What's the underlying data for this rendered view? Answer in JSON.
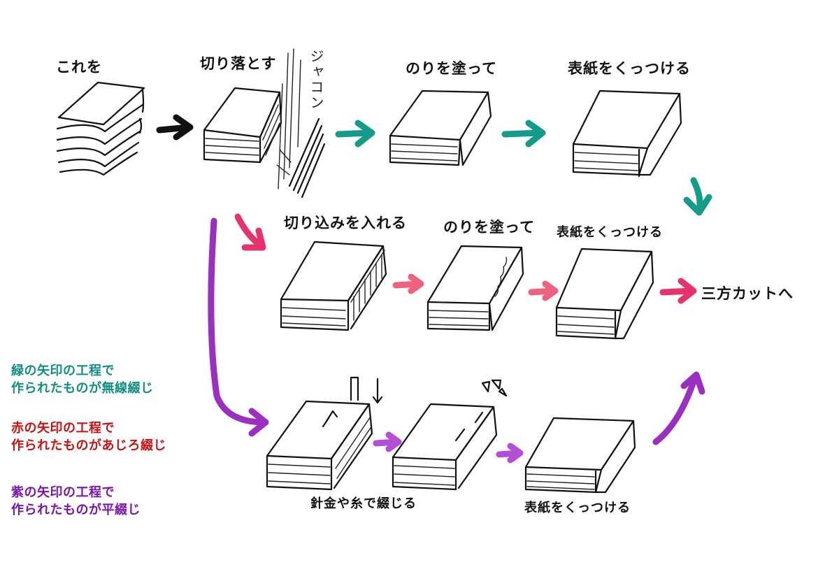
{
  "labels": {
    "step_source": "これを",
    "step_cut": "切り落とす",
    "sfx_cut": "ジャコン",
    "green_glue": "のりを塗って",
    "green_cover": "表紙をくっつける",
    "red_notch": "切り込みを入れる",
    "red_glue": "のりを塗って",
    "red_cover": "表紙をくっつける",
    "result": "三方カットへ",
    "purple_bind": "針金や糸で綴じる",
    "purple_cover": "表紙をくっつける"
  },
  "legend": [
    {
      "line1": "緑の矢印の工程で",
      "line2": "作られたものが無線綴じ",
      "color": "#0e8f7f"
    },
    {
      "line1": "赤の矢印の工程で",
      "line2": "作られたものがあじろ綴じ",
      "color": "#cc1010"
    },
    {
      "line1": "紫の矢印の工程で",
      "line2": "作られたものが平綴じ",
      "color": "#7a14b0"
    }
  ],
  "colors": {
    "green": "#139c8a",
    "red": "#e6336b",
    "purple": "#9a2fc2",
    "black": "#111111"
  }
}
